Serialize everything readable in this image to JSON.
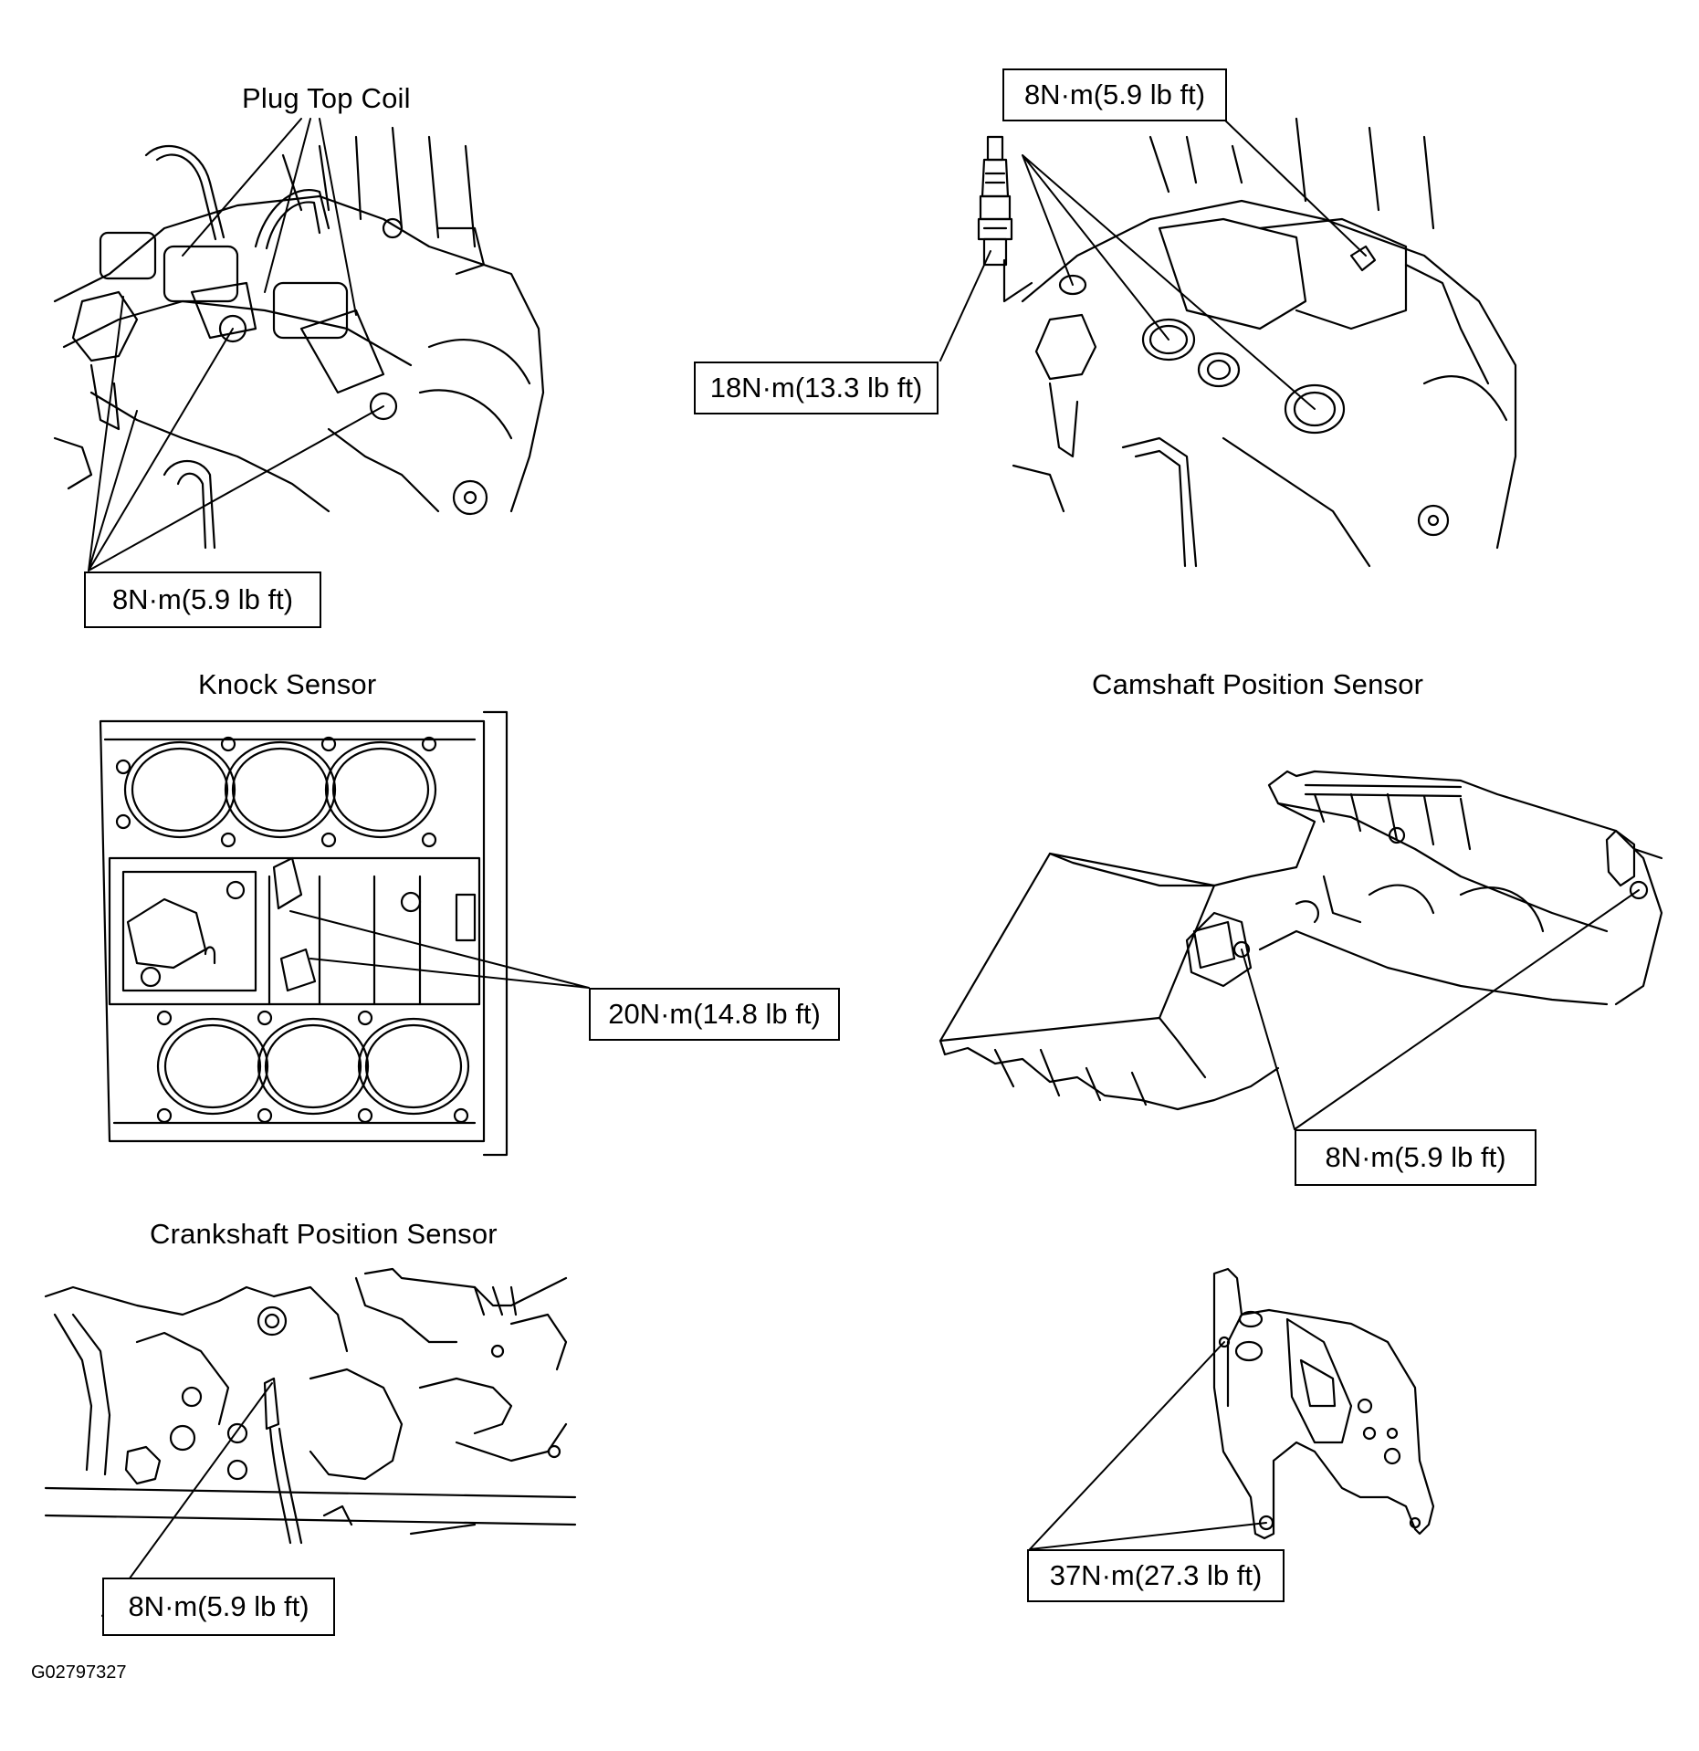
{
  "titles": {
    "plug_top_coil": "Plug Top Coil",
    "knock_sensor": "Knock Sensor",
    "camshaft_position_sensor": "Camshaft Position Sensor",
    "crankshaft_position_sensor": "Crankshaft Position Sensor"
  },
  "torques": {
    "coil_bolts": "8N·m(5.9 lb ft)",
    "coil_top_right": "8N·m(5.9 lb ft)",
    "spark_plug": "18N·m(13.3 lb ft)",
    "knock_sensor": "20N·m(14.8 lb ft)",
    "camshaft_sensor": "8N·m(5.9 lb ft)",
    "crankshaft_sensor": "8N·m(5.9 lb ft)",
    "bracket": "37N·m(27.3 lb ft)"
  },
  "figure_code": "G02797327"
}
